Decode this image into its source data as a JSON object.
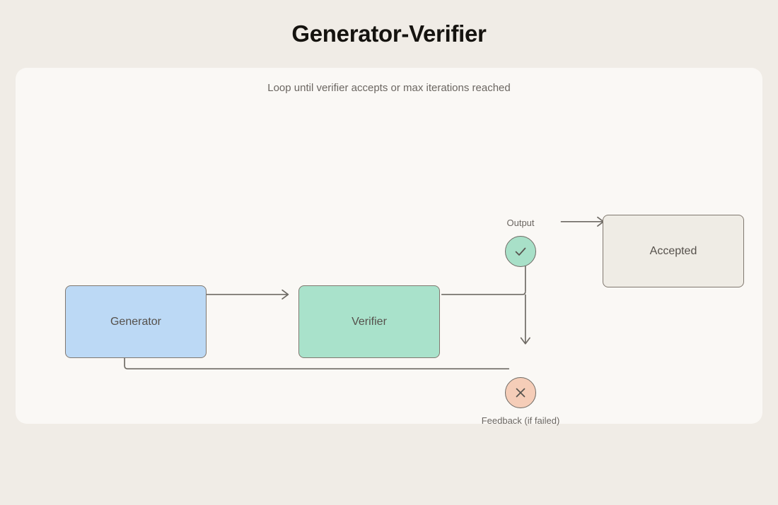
{
  "page": {
    "title": "Generator-Verifier",
    "background_color": "#f0ece6",
    "panel_color": "#faf8f5"
  },
  "diagram": {
    "subtitle": "Loop until verifier accepts or max iterations reached",
    "nodes": [
      {
        "id": "generator",
        "label": "Generator",
        "color": "#bcd9f5"
      },
      {
        "id": "verifier",
        "label": "Verifier",
        "color": "#a9e2cb"
      },
      {
        "id": "accepted",
        "label": "Accepted",
        "color": "#efece5"
      }
    ],
    "badges": [
      {
        "id": "output",
        "icon": "check-icon",
        "color": "#a8e0c8",
        "label": "Output"
      },
      {
        "id": "feedback",
        "icon": "x-icon",
        "color": "#f5cdb8",
        "label": "Feedback (if failed)"
      }
    ],
    "edge_color": "#6e6a64"
  }
}
